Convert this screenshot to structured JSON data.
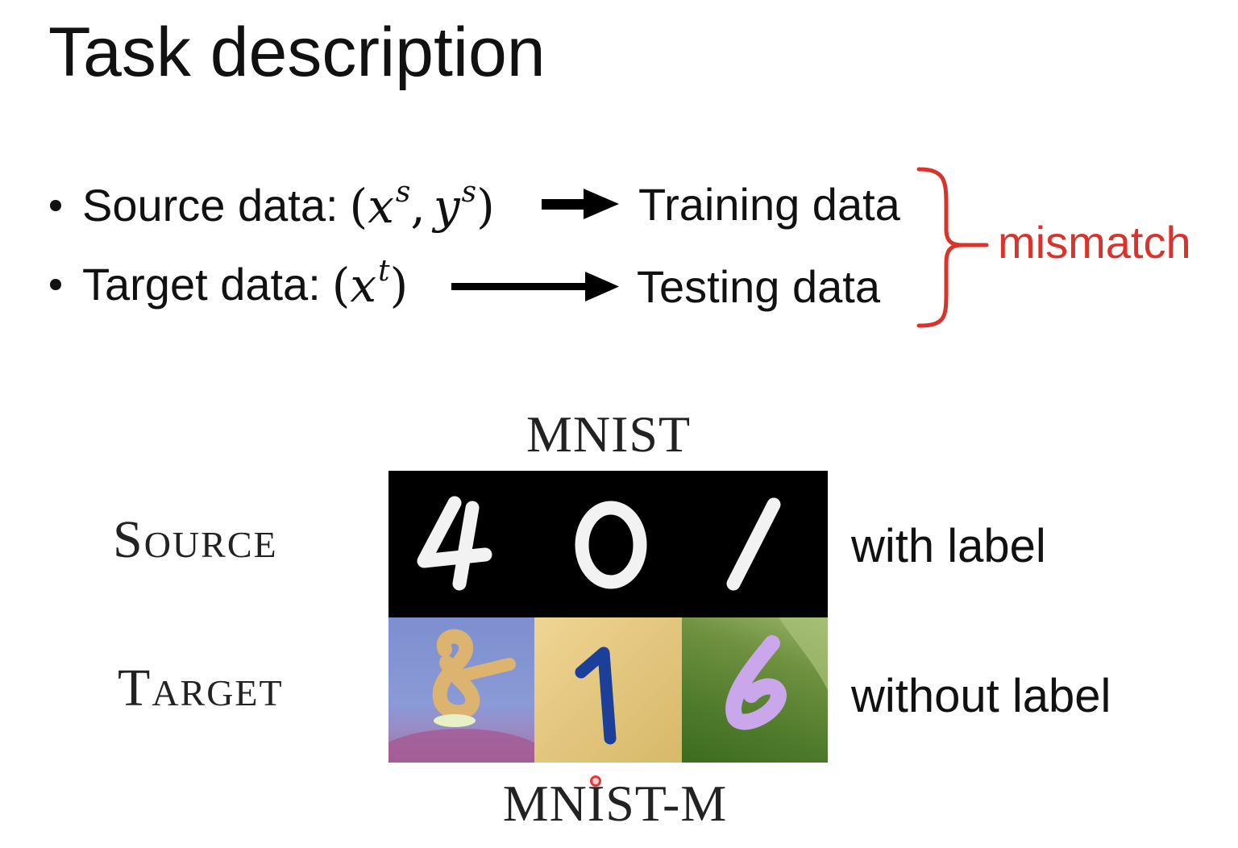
{
  "slide": {
    "title": "Task description",
    "bullets": [
      {
        "label": "Source data:",
        "math": {
          "open": "(",
          "x": "x",
          "x_sup": "s",
          "comma": ",",
          "y": "y",
          "y_sup": "s",
          "close": ")"
        },
        "target": "Training data"
      },
      {
        "label": "Target data:",
        "math": {
          "open": "(",
          "x": "x",
          "x_sup": "t",
          "close": ")"
        },
        "target": "Testing data"
      }
    ],
    "mismatch_label": "mismatch",
    "colors": {
      "accent": "#d9342b",
      "text": "#111111"
    }
  },
  "figure": {
    "top_title": "MNIST",
    "bottom_title": "MNIST-M",
    "source_label": "Source",
    "target_label": "Target",
    "source_note": "with label",
    "target_note": "without label",
    "source_digits": [
      "4",
      "0",
      "1"
    ],
    "target_digits": [
      "8",
      "1",
      "6"
    ]
  }
}
